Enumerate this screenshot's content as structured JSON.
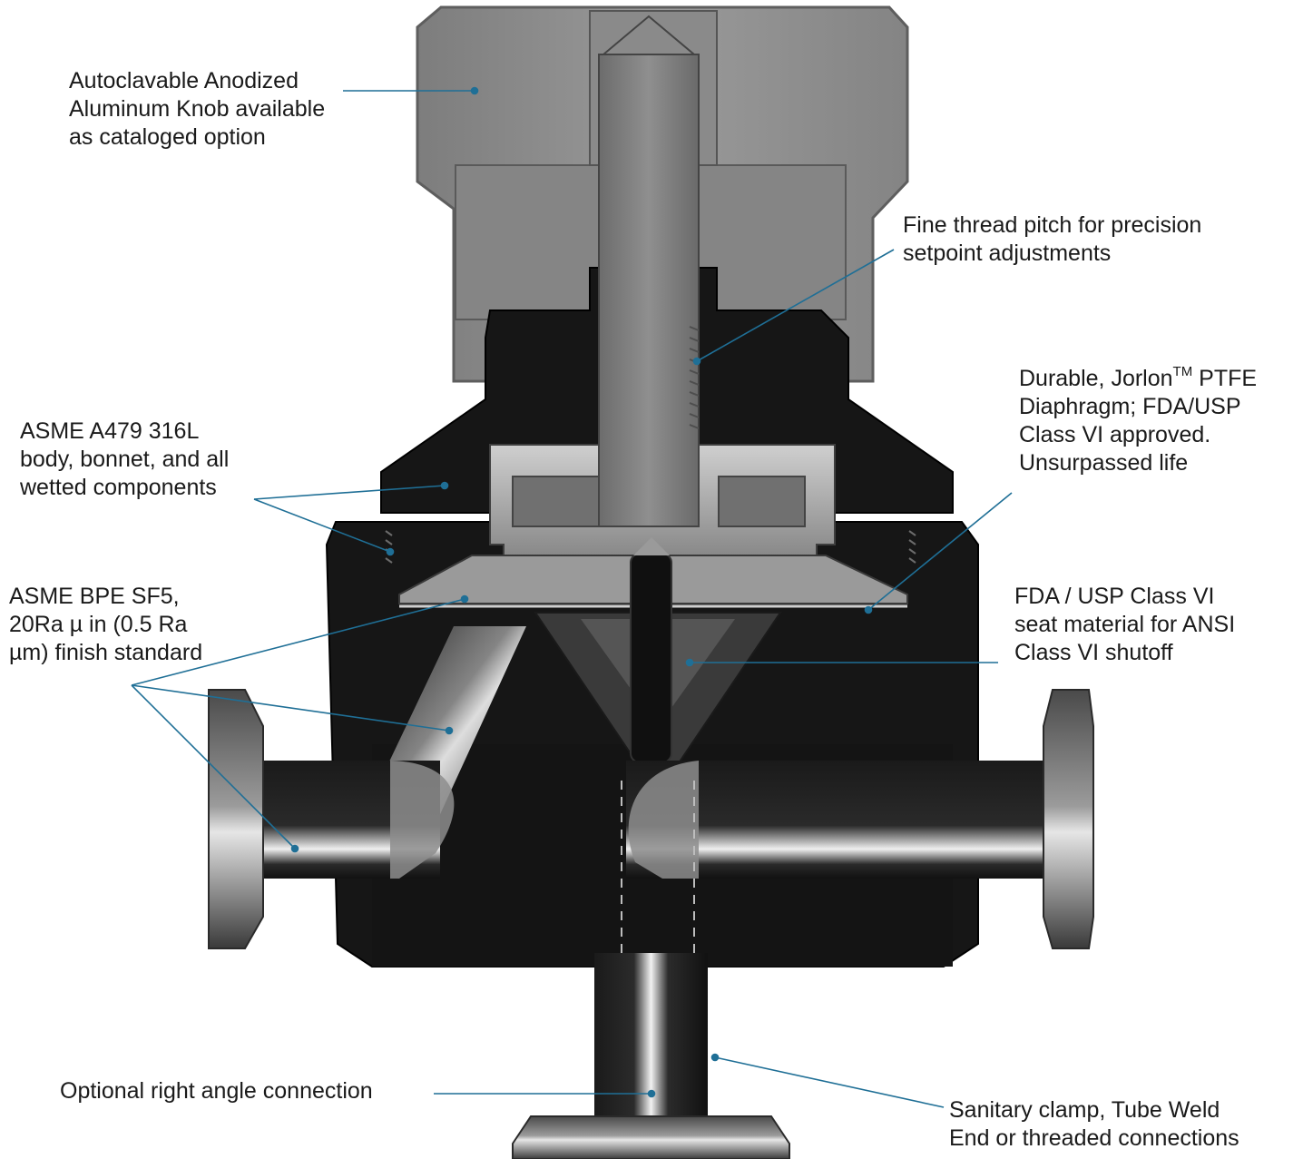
{
  "colors": {
    "leader": "#1f6f96",
    "knob_grey": "#8c8c8c",
    "body_black": "#161616",
    "steel_light": "#d9d9d9"
  },
  "callouts": {
    "knob": {
      "lines": [
        "Autoclavable Anodized",
        "Aluminum Knob available",
        "as cataloged option"
      ]
    },
    "thread": {
      "lines": [
        "Fine thread pitch for precision",
        "setpoint adjustments"
      ]
    },
    "diaphragm": {
      "line1_before": "Durable, Jorlon",
      "line1_sup": "TM",
      "line1_after": " PTFE",
      "lines": [
        "Diaphragm; FDA/USP",
        "Class VI approved.",
        "Unsurpassed life"
      ]
    },
    "body": {
      "lines": [
        "ASME A479 316L",
        "body, bonnet, and all",
        "wetted components"
      ]
    },
    "finish": {
      "lines": [
        "ASME BPE SF5,",
        "20Ra µ in (0.5 Ra",
        "µm) finish standard"
      ]
    },
    "seat": {
      "lines": [
        "FDA / USP Class VI",
        "seat material for ANSI",
        "Class VI shutoff"
      ]
    },
    "right_angle": {
      "lines": [
        "Optional right angle connection"
      ]
    },
    "sanitary": {
      "lines": [
        "Sanitary clamp, Tube Weld",
        "End or threaded connections"
      ]
    }
  }
}
